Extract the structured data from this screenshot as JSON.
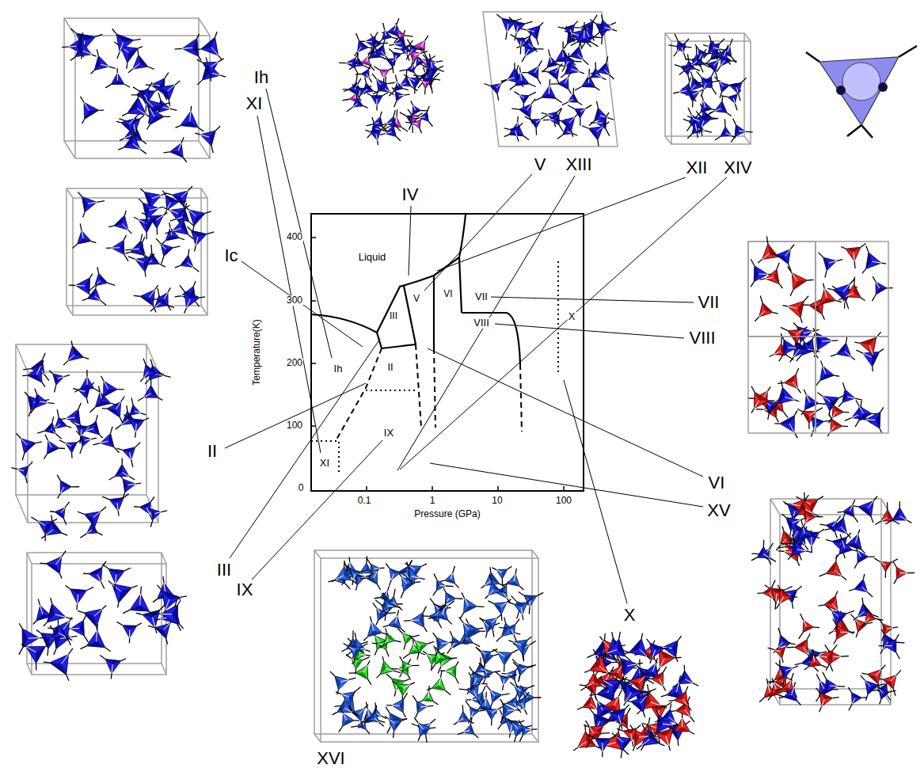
{
  "diagram": {
    "labels": [
      "Ih",
      "XI",
      "IV",
      "V",
      "XIII",
      "XII",
      "XIV",
      "Ic",
      "400",
      "Liquid",
      "III",
      "V",
      "VI",
      "VII",
      "X",
      "VII",
      "300",
      "VIII",
      "VIII",
      "Ih",
      "II",
      "200",
      "Temperature(K)",
      "II",
      "100",
      "IX",
      "XI",
      "0",
      "VI",
      "0.1",
      "1",
      "10",
      "100",
      "XV",
      "Pressure (GPa)",
      "III",
      "IX",
      "X",
      "XVI"
    ]
  }
}
